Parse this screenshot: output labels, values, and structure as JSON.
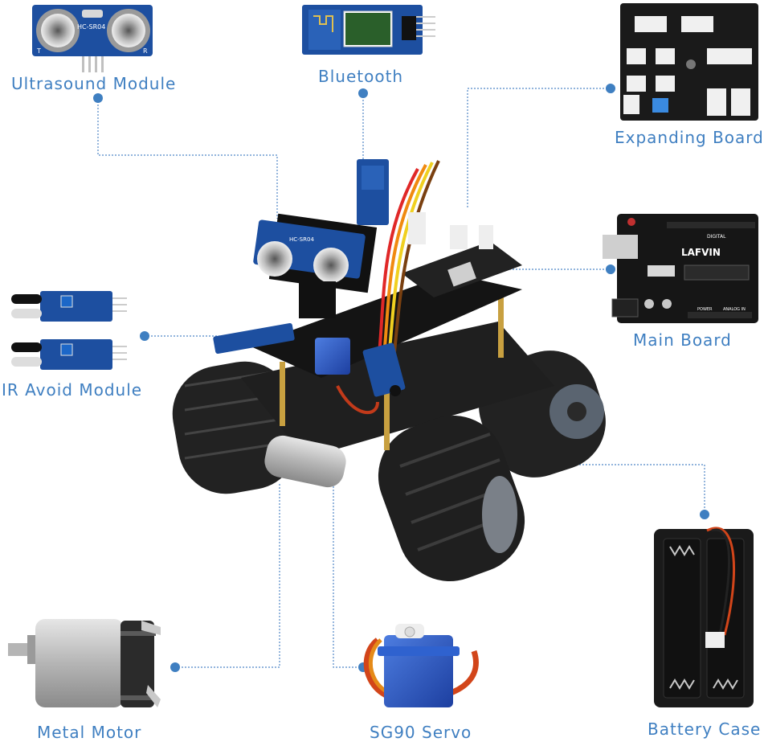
{
  "labels": {
    "ultrasound": "Ultrasound Module",
    "bluetooth": "Bluetooth",
    "expanding": "Expanding Board",
    "main_board": "Main Board",
    "ir_avoid": "IR Avoid Module",
    "metal_motor": "Metal Motor",
    "servo": "SG90 Servo",
    "battery": "Battery Case"
  },
  "parts": {
    "ultrasound_model": "HC-SR04",
    "ultrasound_t": "T",
    "ultrasound_r": "R",
    "main_board_brand": "LAFVIN",
    "main_board_digital": "DIGITAL",
    "main_board_power": "POWER",
    "main_board_analog": "ANALOG IN",
    "robot_sensor_model": "HC-SR04"
  },
  "colors": {
    "label": "#3f7fc1",
    "dot": "#3f7fc1",
    "line": "#4f86c6",
    "board_blue": "#1d4fa0",
    "pcb_black": "#1a1a1a",
    "track": "#222222",
    "brass": "#c8a040",
    "servo_blue": "#2557c7"
  }
}
